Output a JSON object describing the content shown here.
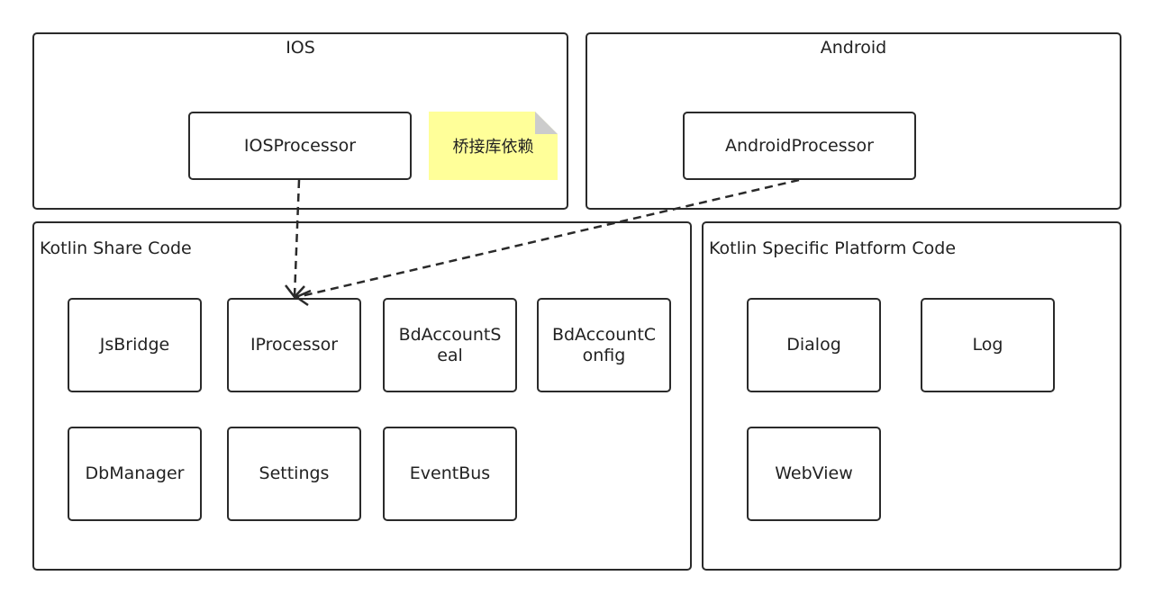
{
  "diagram": {
    "ios": {
      "title": "IOS",
      "processor": "IOSProcessor",
      "note": "桥接库依赖"
    },
    "android": {
      "title": "Android",
      "processor": "AndroidProcessor"
    },
    "shared": {
      "title": "Kotlin Share Code",
      "modules": [
        "JsBridge",
        "IProcessor",
        "BdAccountSeal",
        "BdAccountConfig",
        "DbManager",
        "Settings",
        "EventBus"
      ]
    },
    "platform": {
      "title": "Kotlin Specific Platform Code",
      "modules": [
        "Dialog",
        "Log",
        "WebView"
      ]
    },
    "colors": {
      "border": "#2a2a2a",
      "note_fill": "#ffff99",
      "note_fold": "#cccccc"
    }
  }
}
